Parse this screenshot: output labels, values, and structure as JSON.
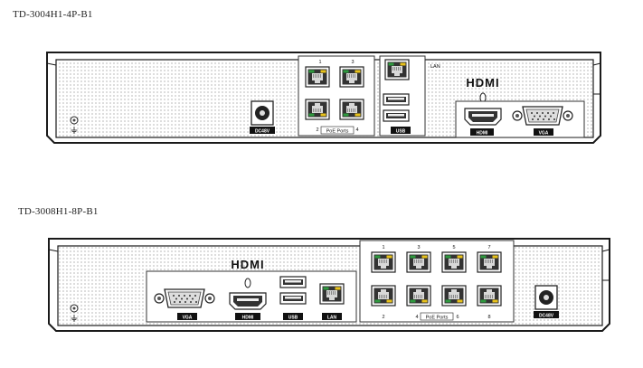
{
  "devices": [
    {
      "model": "TD-3004H1-4P-B1",
      "port_numbers_top": [
        "1",
        "3"
      ],
      "port_numbers_bottom": [
        "2",
        "4"
      ],
      "poe_label": "PoE Ports",
      "lan_label": "LAN",
      "usb_label": "USB",
      "hdmi_logo": "HDMI",
      "hdmi_label": "HDMI",
      "vga_label": "VGA",
      "power_label": "DC48V"
    },
    {
      "model": "TD-3008H1-8P-B1",
      "port_numbers_top": [
        "1",
        "3",
        "5",
        "7"
      ],
      "port_numbers_bottom": [
        "2",
        "4",
        "6",
        "8"
      ],
      "poe_label": "PoE Ports",
      "lan_label": "LAN",
      "usb_label": "USB",
      "hdmi_logo": "HDMI",
      "hdmi_label": "HDMI",
      "vga_label": "VGA",
      "power_label": "DC48V"
    }
  ],
  "colors": {
    "chassis_stroke": "#1a1a1a",
    "panel_fill": "#f4f4f4",
    "rj45_green": "#2e9a3e",
    "rj45_yellow": "#e8c21a",
    "port_dark": "#222222"
  }
}
